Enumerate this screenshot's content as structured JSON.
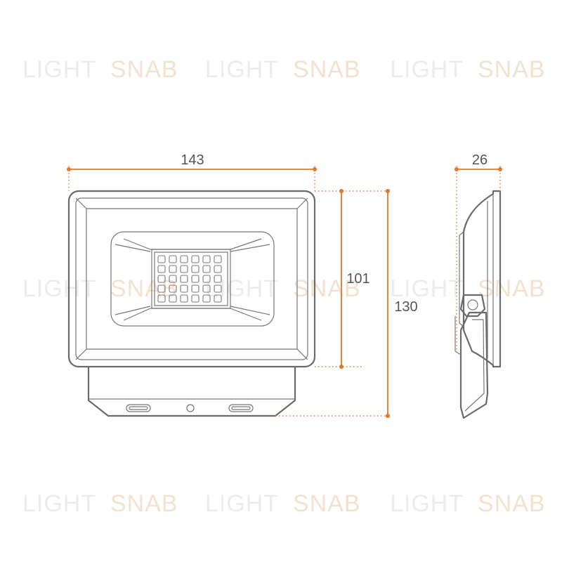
{
  "watermark": {
    "word1": "LIGHT",
    "word2": "SNAB"
  },
  "dimensions": {
    "width": "143",
    "body_height": "101",
    "total_height": "130",
    "depth": "26"
  },
  "colors": {
    "dimension_line": "#e07a2a",
    "outline": "#6a6a6a",
    "watermark_gray": "#ececec",
    "watermark_orange": "#f3e2cf"
  }
}
